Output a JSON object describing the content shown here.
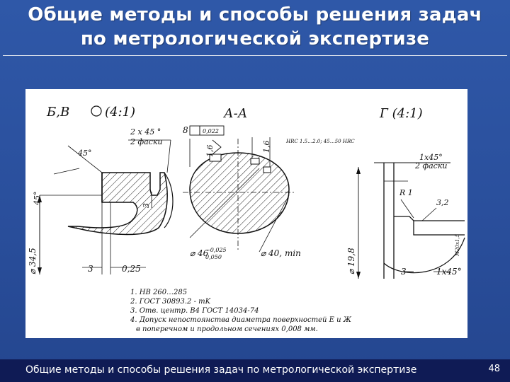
{
  "slide": {
    "title_line1": "Общие методы и способы решения задач",
    "title_line2": "по метрологической экспертизе",
    "footer_text": "Общие методы и способы решения задач по метрологической экспертизе",
    "page_number": "48"
  },
  "drawing": {
    "view_bv": "Б,В",
    "view_bv_scale": "(4:1)",
    "view_aa": "А-А",
    "view_g": "Г (4:1)",
    "dim_2x45": "2 x 45 °",
    "dim_2_faski": "2 фаски",
    "dim_45deg": "45°",
    "dim_45deg_side": "45°",
    "dim_3": "3",
    "dim_34_5": "⌀ 34,5",
    "dim_3_bottom": "3",
    "dim_0_25": "0,25",
    "dim_8": "8",
    "dim_0_022": "0,022",
    "dim_1_6_a": "1,6",
    "dim_1_6_b": "1,6",
    "dim_hrc": "HRC 1.5…2.0; 45…50 HRC",
    "dim_46": "⌀ 46",
    "dim_46_tol_upper": "−0,025",
    "dim_46_tol_lower": "0,050",
    "dim_40": "⌀ 40, min",
    "dim_1x45": "1x45°",
    "dim_2_faski_g": "2 фаски",
    "dim_r1": "R 1",
    "dim_3_2": "3,2",
    "dim_19_8": "⌀ 19,8",
    "dim_3_g": "3",
    "dim_1x45_g": "1x45°",
    "dim_m20": "M20x1,5",
    "notes": [
      "1. НВ 260…285",
      "2. ГОСТ 30893.2 - mK",
      "3. Отв. центр. В4 ГОСТ 14034-74",
      "4. Допуск непостоянства диаметра поверхностей Е и Ж",
      "в поперечном и продольном сечениях 0,008 мм."
    ]
  }
}
